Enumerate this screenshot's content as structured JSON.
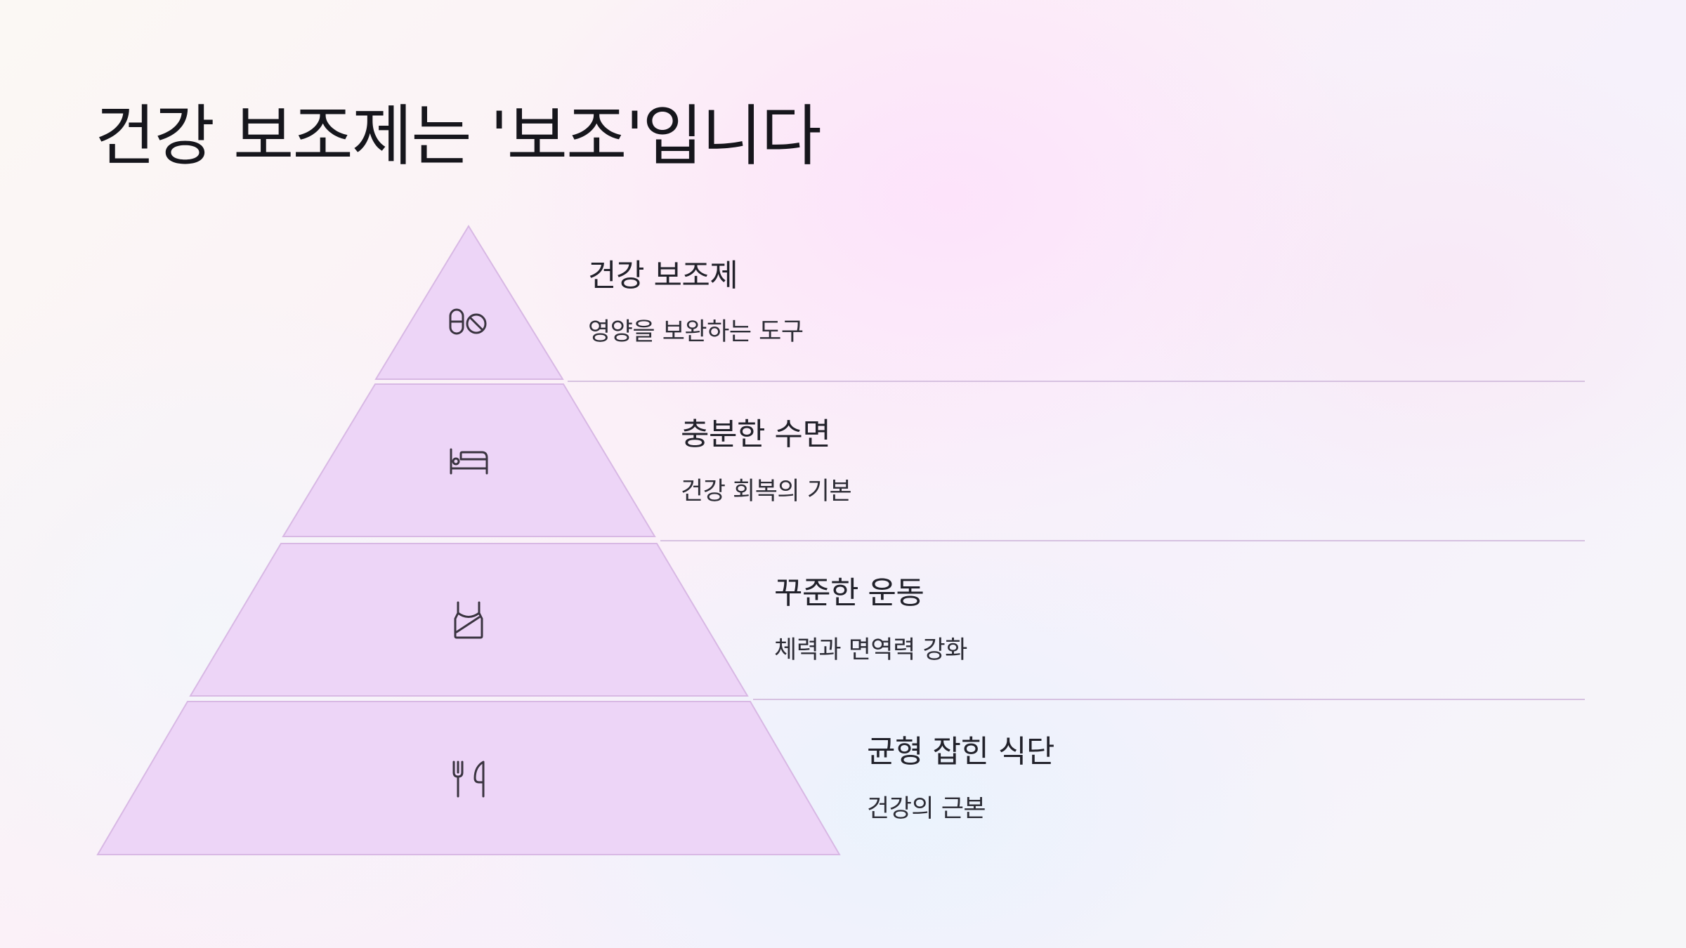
{
  "slide": {
    "title": "건강 보조제는 '보조'입니다"
  },
  "tiers": [
    {
      "heading": "건강 보조제",
      "description": "영양을 보완하는 도구",
      "icon": "pill-icon"
    },
    {
      "heading": "충분한 수면",
      "description": "건강 회복의 기본",
      "icon": "bed-icon"
    },
    {
      "heading": "꾸준한 운동",
      "description": "체력과 면역력 강화",
      "icon": "tank-top-icon"
    },
    {
      "heading": "균형 잡힌 식단",
      "description": "건강의 근본",
      "icon": "utensils-icon"
    }
  ],
  "colors": {
    "tier_fill": "#edd5f7",
    "tier_stroke": "#d8b8e4",
    "divider": "#d6c1e0",
    "icon_stroke": "#3a3440"
  }
}
